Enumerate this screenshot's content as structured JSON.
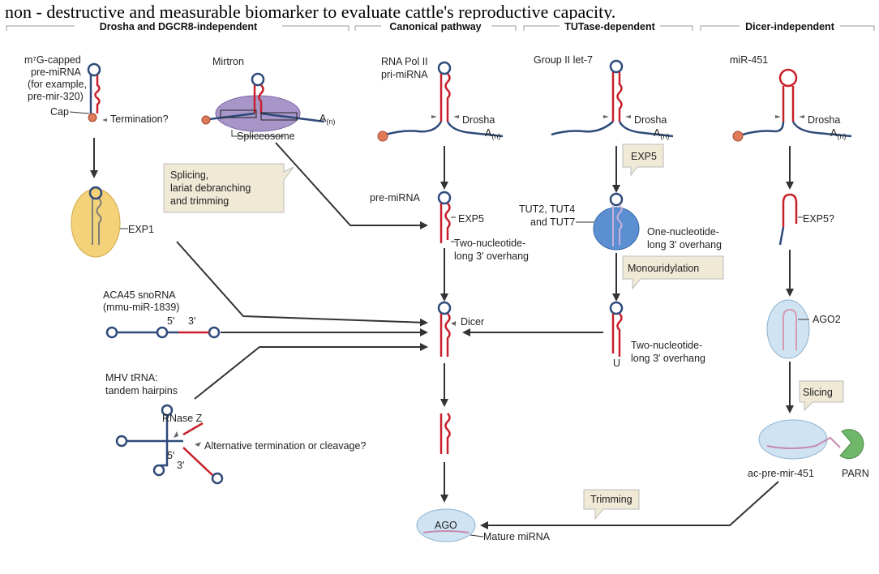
{
  "caption": "non - destructive and measurable biomarker to evaluate cattle's reproductive capacity.",
  "headers": {
    "drosha_indep": "Drosha and DGCR8-independent",
    "canonical": "Canonical pathway",
    "tutase": "TUTase-dependent",
    "dicer_indep": "Dicer-independent"
  },
  "labels": {
    "capped_1": "m⁷G-capped",
    "capped_2": "pre-miRNA",
    "capped_3": "(for example,",
    "capped_4": "pre-mir-320)",
    "cap": "Cap",
    "termination": "Termination?",
    "mirtron": "Mirtron",
    "spliceosome": "Spliceosome",
    "a_n": "A",
    "a_n_sub": "(n)",
    "splicing_1": "Splicing,",
    "splicing_2": "lariat debranching",
    "splicing_3": "and trimming",
    "exp1": "EXP1",
    "rnapol_1": "RNA Pol II",
    "rnapol_2": "pri-miRNA",
    "drosha": "Drosha",
    "pre_mirna": "pre-miRNA",
    "exp5": "EXP5",
    "two_nt_1": "Two-nucleotide-",
    "two_nt_2": "long 3′ overhang",
    "dicer": "Dicer",
    "snorna_1": "ACA45 snoRNA",
    "snorna_2": "(mmu-miR-1839)",
    "five_prime": "5′",
    "three_prime": "3′",
    "mhv_1": "MHV tRNA:",
    "mhv_2": "tandem hairpins",
    "rnase_z": "RNase Z",
    "alt_term": "Alternative termination or cleavage?",
    "ago": "AGO",
    "mature": "Mature miRNA",
    "group2": "Group II let-7",
    "tut_1": "TUT2, TUT4",
    "tut_2": "and TUT7",
    "one_nt_1": "One-nucleotide-",
    "one_nt_2": "long 3′ overhang",
    "monouridylation": "Monouridylation",
    "u": "U",
    "trimming": "Trimming",
    "mir451": "miR-451",
    "exp5q": "EXP5?",
    "ago2": "AGO2",
    "slicing": "Slicing",
    "ac_pre": "ac-pre-mir-451",
    "parn": "PARN"
  },
  "colors": {
    "strand_blue": "#2e4a7a",
    "strand_red": "#c8202a",
    "arrow": "#333333",
    "exp1_fill": "#f3d27a",
    "spliceosome_fill": "#a996c9",
    "exp5_fill": "#5b8fd1",
    "ago_fill": "#cfe3f2",
    "parn_fill": "#6fb86a",
    "cap_fill": "#e07a5a",
    "callout_fill": "#efe9d6"
  }
}
